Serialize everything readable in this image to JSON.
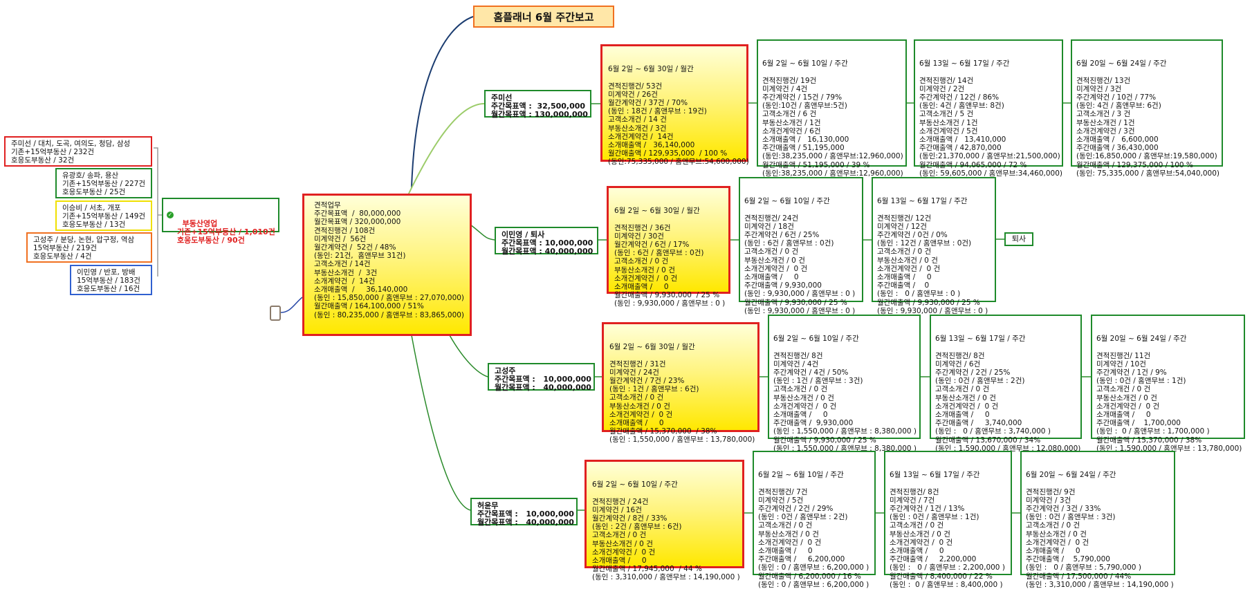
{
  "title": "홈플래너 6월  주간보고",
  "hub": {
    "lines": "부동산영업\n기존+15억부동산 / 1,010건\n호응도부동산 / 90건"
  },
  "left_boxes": [
    {
      "text": "주미선 / 대치, 도곡, 여의도, 청담, 삼성\n기존+15억부동산 / 232건\n호응도부동산 / 32건"
    },
    {
      "text": "유광호/ 송파, 용산\n기존+15억부동산 / 227건\n호응도부동산 / 25건"
    },
    {
      "text": "이승비 / 서초, 개포\n기존+15억부동산 / 149건\n호응도부동산 / 13건"
    },
    {
      "text": "고성주 / 분당, 논현, 압구정, 역삼\n15억부동산 / 219건\n호응도부동산 / 4건"
    },
    {
      "text": "이민영 / 반포, 방배\n15억부동산 / 183건\n호응도부동산 / 16건"
    }
  ],
  "center": {
    "text": "견적업무\n주간목표액  /  80,000,000\n월간목표액 / 320,000,000\n견적진행건 / 108건\n미계약건 /  56건\n월간계약건 /  52건 / 48%\n(동인: 21건,  홈앤무브 31건)\n고객소개건 / 14건\n부동산소개건  /  3건\n소개계약건  /  14건\n소개매출액  /     36,140,000\n(동인 : 15,850,000 / 홈앤무브 : 27,070,000)\n월간매출액 / 164,100,000 / 51%\n(동인 : 80,235,000 / 홈앤무브 : 83,865,000)"
  },
  "persons": [
    {
      "text": "주미선\n주간목표액 :  32,500,000\n월간목표액 : 130,000,000"
    },
    {
      "text": "이민영 / 퇴사\n주간목표액 : 10,000,000\n월간목표액 : 40,000,000"
    },
    {
      "text": "고성주\n주간목표액 :   10,000,000\n월간목표액 :   40,000,000"
    },
    {
      "text": "허윤무\n주간목표액 :   10,000,000\n월간목표액 :   40,000,000"
    }
  ],
  "monthly": [
    {
      "header": "6월 2일 ~ 6월 30일 / 월간",
      "body": "견적진행건/ 53건\n미계약건 / 26건\n월간계약건 / 37건 / 70%\n(동인 : 18건 / 홈앤무브 : 19건)\n고객소개건 / 14 건\n부동산소개건 / 3건\n소개건계약건 /  14건\n소개매출액 /   36,140,000\n월간매출액 / 129,935,000  / 100 %\n(동인:75,335,000 / 홈앤무브:54,600,000)"
    },
    {
      "header": "6월 2일 ~ 6월 30일 / 월간",
      "body": "견적진행건 / 36건\n미계약건 / 30건\n월간계약건 / 6건 / 17%\n(동인 : 6건 / 홈앤무브 : 0건)\n고객소개건 / 0 건\n부동산소개건 / 0 건\n소개건계약건 /  0 건\n소개매출액 /     0\n월간매출액 / 9,930,000  / 25 %\n(동인 : 9,930,000 / 홈앤무브 : 0 )"
    },
    {
      "header": "6월 2일 ~ 6월 30일 / 월간",
      "body": "견적진행건 / 31건\n미계약건 / 24건\n월간계약건 / 7건 / 23%\n(동인 : 1건 / 홈앤무브 : 6건)\n고객소개건 / 0 건\n부동산소개건 / 0 건\n소개건계약건 /  0 건\n소개매출액 /     0\n월간매출액 / 15,370,000  / 38%\n(동인 : 1,550,000 / 홈앤무브 : 13,780,000)"
    },
    {
      "header": "6월 2일 ~ 6월 10일 / 주간",
      "body": "견적진행건 / 24건\n미계약건 / 16건\n월간계약건 / 8건 / 33%\n(동인 : 2건 / 홈앤무브 : 6건)\n고객소개건 / 0 건\n부동산소개건 / 0 건\n소개건계약건 /  0 건\n소개매출액 /     0\n월간매출액 / 17,945,000  / 44 %\n(동인 : 3,310,000 / 홈앤무브 : 14,190,000 )"
    }
  ],
  "weekly": [
    {
      "header": "6월 2일 ~ 6월 10일 / 주간",
      "body": "견적진행건/ 19건\n미계약건 / 4건\n주간계약건 / 15건 / 79%\n(동인:10건 / 홈앤무브:5건)\n고객소개건 / 6 건\n부동산소개건 / 1건\n소개건계약건 / 6건\n소개매출액 /   16,130,000\n주간매출액 / 51,195,000\n(동인:38,235,000 / 홈앤무브:12,960,000)\n월간매출액 / 51,195,000 / 39 %\n(동인:38,235,000 / 홈앤무브:12,960,000)"
    },
    {
      "header": "6월 13일 ~ 6월 17일 / 주간",
      "body": "견적진행건/ 14건\n미계약건 / 2건\n주간계약건 / 12건 / 86%\n(동인: 4건 / 홈앤무브: 8건)\n고객소개건 / 5 건\n부동산소개건 / 1건\n소개건계약건 / 5건\n소개매출액 /   13,410,000\n주간매출액 / 42,870,000\n(동인:21,370,000 / 홈앤무브:21,500,000)\n월간매출액 / 94,065,000 / 72 %\n(동인: 59,605,000 / 홈앤무브:34,460,000)"
    },
    {
      "header": "6월 20일 ~ 6월 24일 / 주간",
      "body": "견적진행건/ 13건\n미계약건 / 3건\n주간계약건 / 10건 / 77%\n(동인: 4건 / 홈앤무브: 6건)\n고객소개건 / 3 건\n부동산소개건 / 1건\n소개건계약건 / 3건\n소개매출액 /   6,600,000\n주간매출액 / 36,430,000\n(동인:16,850,000 / 홈앤무브:19,580,000)\n월간매출액 / 129,375,000 / 100 %\n(동인: 75,335,000 / 홈앤무브:54,040,000)"
    },
    {
      "header": "6월 2일 ~ 6월 10일 / 주간",
      "body": "견적진행건/ 24건\n미계약건 / 18건\n주간계약건 / 6건 / 25%\n(동인 : 6건 / 홈앤무브 : 0건)\n고객소개건 / 0 건\n부동산소개건 / 0 건\n소개건계약건 /  0 건\n소개매출액 /     0\n주간매출액 / 9,930,000\n(동인 : 9,930,000 / 홈앤무브 : 0 )\n월간매출액 / 9,930,000 / 25 %\n(동인 : 9,930,000 / 홈앤무브 : 0 )"
    },
    {
      "header": "6월 13일 ~ 6월 17일 / 주간",
      "body": "견적진행건/ 12건\n미계약건 / 12건\n주간계약건 / 0건 / 0%\n(동인 : 12건 / 홈앤무브 : 0건)\n고객소개건 / 0 건\n부동산소개건 / 0 건\n소개건계약건 /  0 건\n소개매출액 /     0\n주간매출액 /    0\n(동인 :   0 / 홈앤무브 : 0 )\n월간매출액 / 9,930,000 / 25 %\n(동인 : 9,930,000 / 홈앤무브 : 0 )"
    },
    {
      "header": "6월 2일 ~ 6월 10일 / 주간",
      "body": "견적진행건/ 8건\n미계약건 / 4건\n주간계약건 / 4건 / 50%\n(동인 : 1건 / 홈앤무브 : 3건)\n고객소개건 / 0 건\n부동산소개건 / 0 건\n소개건계약건 /  0 건\n소개매출액 /     0\n주간매출액 /  9,930,000\n(동인 : 1,550,000 / 홈앤무브 : 8,380,000 )\n월간매출액 / 9,930,000 / 25 %\n(동인 : 1,550,000 / 홈앤무브 : 8,380,000 )"
    },
    {
      "header": "6월 13일 ~ 6월 17일 / 주간",
      "body": "견적진행건/ 8건\n미계약건 / 6건\n주간계약건 / 2건 / 25%\n(동인 : 0건 / 홈앤무브 : 2건)\n고객소개건 / 0 건\n부동산소개건 / 0 건\n소개건계약건 /  0 건\n소개매출액 /     0\n주간매출액 /     3,740,000\n(동인 :   0 / 홈앤무브 : 3,740,000 )\n월간매출액 / 13,670,000 / 34%\n(동인 : 1,590,000 / 홈앤무브 : 12,080,000)"
    },
    {
      "header": "6월 20일 ~ 6월 24일 / 주간",
      "body": "견적진행건/ 11건\n미계약건 / 10건\n주간계약건 / 1건 / 9%\n(동인 : 0건 / 홈앤무브 : 1건)\n고객소개건 / 0 건\n부동산소개건 / 0 건\n소개건계약건 /  0 건\n소개매출액 /     0\n주간매출액 /    1,700,000\n(동인 :  0 / 홈앤무브 : 1,700,000 )\n월간매출액 / 15,370,000 / 38%\n(동인 : 1,590,000 / 홈앤무브 : 13,780,000)"
    },
    {
      "header": "6월 2일 ~ 6월 10일 / 주간",
      "body": "견적진행건/ 7건\n미계약건 / 5건\n주간계약건 / 2건 / 29%\n(동인 : 0건 / 홈앤무브 : 2건)\n고객소개건 / 0 건\n부동산소개건 / 0 건\n소개건계약건 /  0 건\n소개매출액 /     0\n주간매출액 /     6,200,000\n(동인 : 0 / 홈앤무브 : 6,200,000 )\n월간매출액 / 6,200,000 / 16 %\n(동인 : 0 / 홈앤무브 : 6,200,000 )"
    },
    {
      "header": "6월 13일 ~ 6월 17일 / 주간",
      "body": "견적진행건/ 8건\n미계약건 / 7건\n주간계약건 / 1건 / 13%\n(동인 : 0건 / 홈앤무브 : 1건)\n고객소개건 / 0 건\n부동산소개건 / 0 건\n소개건계약건 /  0 건\n소개매출액 /     0\n주간매출액 /     2,200,000\n(동인 :   0 / 홈앤무브 : 2,200,000 )\n월간매출액 / 8,400,000 / 22 %\n(동인 :  0 / 홈앤무브 : 8,400,000 )"
    },
    {
      "header": "6월 20일 ~ 6월 24일 / 주간",
      "body": "견적진행건/ 9건\n미계약건 / 3건\n주간계약건 / 3건 / 33%\n(동인 : 0건 / 홈앤무브 : 3건)\n고객소개건 / 0 건\n부동산소개건 / 0 건\n소개건계약건 /  0 건\n소개매출액 /     0\n주간매출액 /    5,790,000\n(동인 :   0 / 홈앤무브 : 5,790,000 )\n월간매출액 / 17,500,000 / 44%\n(동인 : 3,310,000 / 홈앤무브 : 14,190,000 )"
    }
  ],
  "retired_label": "퇴사"
}
